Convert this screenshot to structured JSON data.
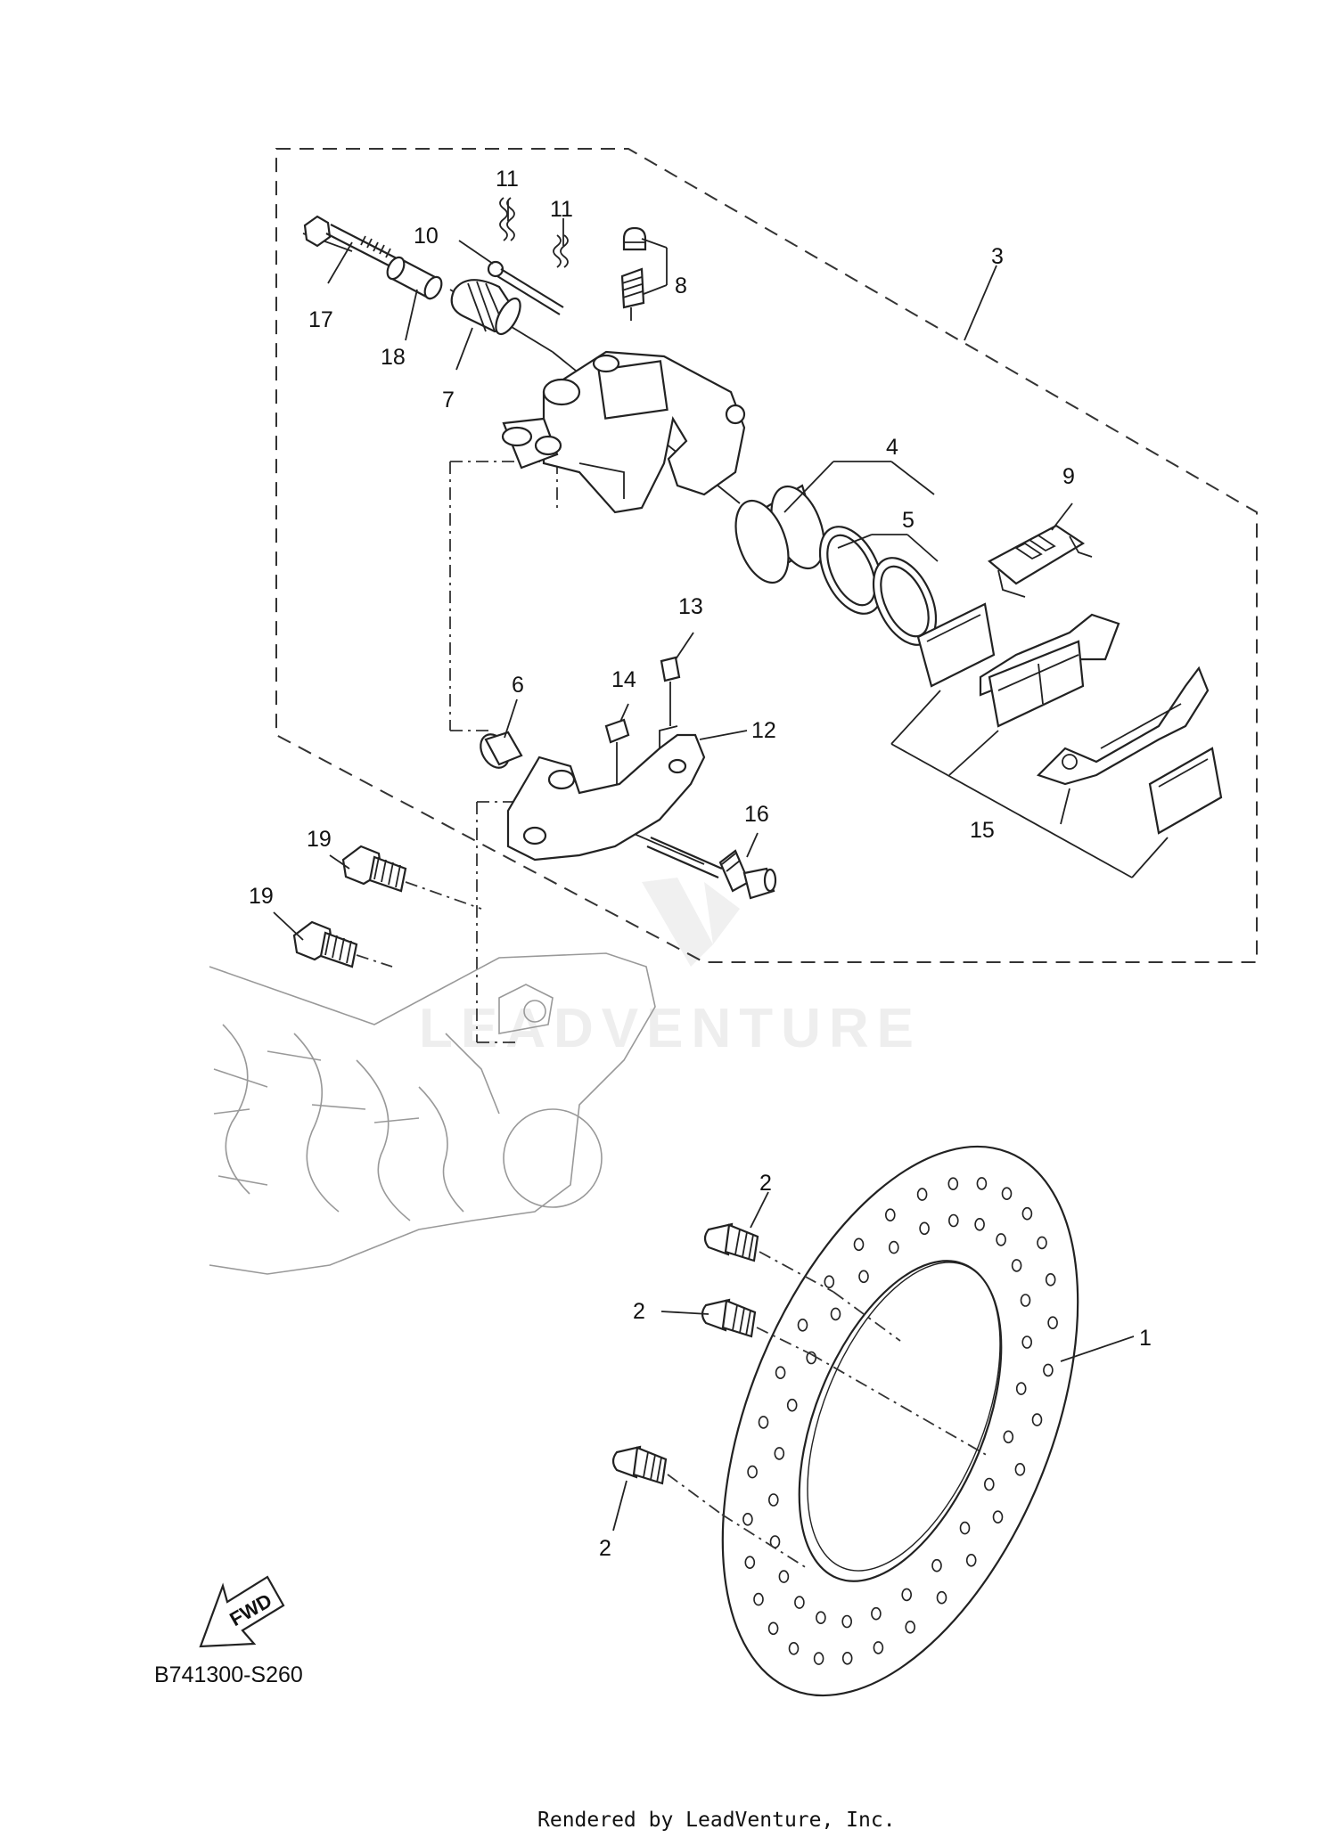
{
  "callouts": [
    {
      "id": "c1",
      "text": "1"
    },
    {
      "id": "c2a",
      "text": "2"
    },
    {
      "id": "c2b",
      "text": "2"
    },
    {
      "id": "c2c",
      "text": "2"
    },
    {
      "id": "c3",
      "text": "3"
    },
    {
      "id": "c4",
      "text": "4"
    },
    {
      "id": "c5",
      "text": "5"
    },
    {
      "id": "c6",
      "text": "6"
    },
    {
      "id": "c7",
      "text": "7"
    },
    {
      "id": "c8",
      "text": "8"
    },
    {
      "id": "c9",
      "text": "9"
    },
    {
      "id": "c10",
      "text": "10"
    },
    {
      "id": "c11a",
      "text": "11"
    },
    {
      "id": "c11b",
      "text": "11"
    },
    {
      "id": "c12",
      "text": "12"
    },
    {
      "id": "c13",
      "text": "13"
    },
    {
      "id": "c14",
      "text": "14"
    },
    {
      "id": "c15",
      "text": "15"
    },
    {
      "id": "c16",
      "text": "16"
    },
    {
      "id": "c17",
      "text": "17"
    },
    {
      "id": "c18",
      "text": "18"
    },
    {
      "id": "c19a",
      "text": "19"
    },
    {
      "id": "c19b",
      "text": "19"
    }
  ],
  "direction_arrow": {
    "label": "FWD"
  },
  "diagram_code": "B741300-S260",
  "footer_text": "Rendered by LeadVenture, Inc.",
  "watermark_text": "LEADVENTURE",
  "colors": {
    "line": "#222222",
    "watermark": "#eeeeee",
    "background": "#ffffff"
  }
}
